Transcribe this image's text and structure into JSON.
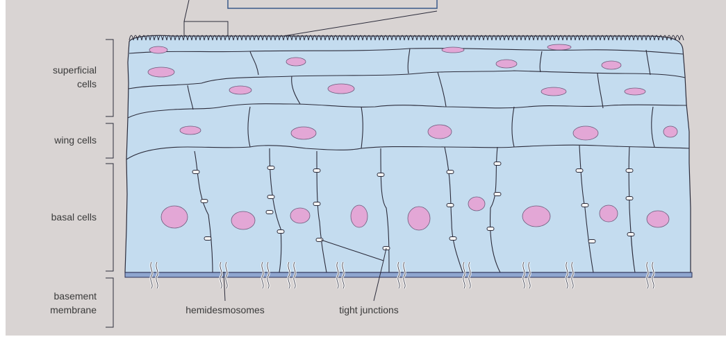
{
  "layers": {
    "superficial_line1": "superficial",
    "superficial_line2": "cells",
    "wing": "wing cells",
    "basal": "basal cells",
    "basement_line1": "basement",
    "basement_line2": "membrane"
  },
  "callouts": {
    "hemidesmosomes": "hemidesmosomes",
    "tight_junctions": "tight junctions"
  },
  "colors": {
    "background": "#d9d4d3",
    "cell_fill": "#c4dcef",
    "cell_outline": "#2b2b3a",
    "nucleus_fill": "#e3a7d6",
    "nucleus_outline": "#6a5a7a",
    "membrane": "#8fa6cf",
    "membrane_outline": "#2b2f55"
  }
}
